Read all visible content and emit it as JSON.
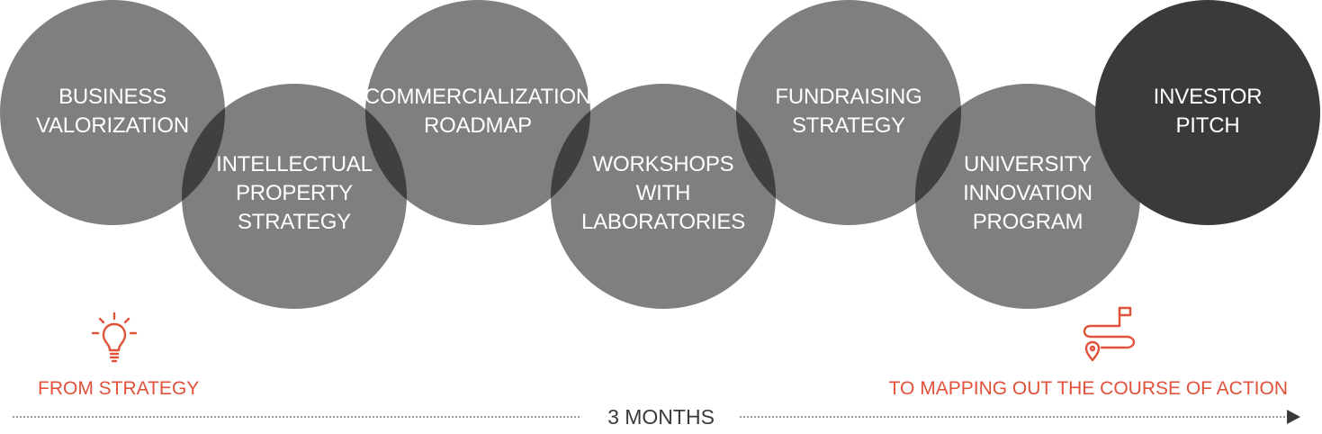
{
  "steps": [
    {
      "label": "BUSINESS\nVALORIZATION",
      "highlight": false
    },
    {
      "label": "INTELLECTUAL\nPROPERTY\nSTRATEGY",
      "highlight": false
    },
    {
      "label": "COMMERCIALIZATION\nROADMAP",
      "highlight": false
    },
    {
      "label": "WORKSHOPS\nWITH\nLABORATORIES",
      "highlight": false
    },
    {
      "label": "FUNDRAISING\nSTRATEGY",
      "highlight": false
    },
    {
      "label": "UNIVERSITY\nINNOVATION\nPROGRAM",
      "highlight": false
    },
    {
      "label": "INVESTOR\nPITCH",
      "highlight": true
    }
  ],
  "start": {
    "icon": "lightbulb-icon",
    "label": "FROM STRATEGY"
  },
  "end": {
    "icon": "route-map-icon",
    "label": "TO MAPPING OUT THE COURSE OF ACTION"
  },
  "timeline": {
    "label": "3 MONTHS",
    "arrow_icon": "arrow-right-icon"
  },
  "colors": {
    "circle": "#7f7f7f",
    "circle_highlight": "#3a3a3a",
    "accent": "#e0523a",
    "text_on_circle": "#ffffff",
    "timeline": "#9a9a9a"
  }
}
